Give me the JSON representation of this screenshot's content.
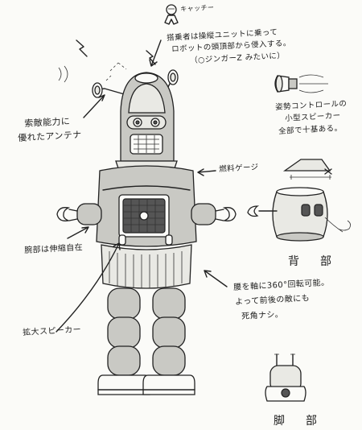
{
  "notes": {
    "pilot": "キャッチー",
    "cockpit": [
      "搭乗者は操縦ユニットに乗って",
      "ロボットの頭頂部から侵入する。",
      "（○ジンガーZ みたいに）"
    ],
    "antenna": [
      "索敵能力に",
      "優れたアンテナ"
    ],
    "thrusters": [
      "姿勢コントロールの",
      "小型スピーカー",
      "全部で十基ある。"
    ],
    "fuel_gauge": "燃料ゲージ",
    "arms": "腕部は伸縮自在",
    "back": "背　部",
    "waist": [
      "腰を軸に360°回転可能。",
      "よって前後の敵にも",
      "死角ナシ。"
    ],
    "speaker": "拡大スピーカー",
    "legs": "脚　部"
  }
}
